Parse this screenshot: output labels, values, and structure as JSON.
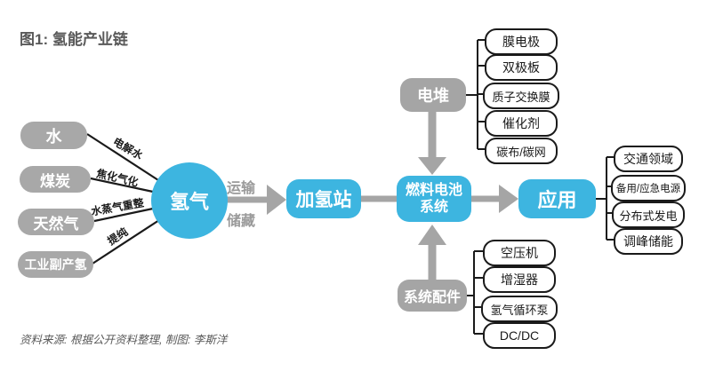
{
  "title": "图1: 氢能产业链",
  "source_note": "资料来源: 根据公开资料整理, 制图: 李斯洋",
  "nodes": {
    "hydrogen": "氢气",
    "station": "加氢站",
    "fuel_cell_line1": "燃料电池",
    "fuel_cell_line2": "系统",
    "application": "应用",
    "stack": "电堆",
    "accessories": "系统配件"
  },
  "sources": [
    {
      "label": "水",
      "process": "电解水"
    },
    {
      "label": "煤炭",
      "process": "焦化气化"
    },
    {
      "label": "天然气",
      "process": "水蒸气重整"
    },
    {
      "label": "工业副产氢",
      "process": "提纯"
    }
  ],
  "flow_labels": {
    "transport": "运输",
    "storage": "储藏"
  },
  "stack_components": [
    "膜电极",
    "双极板",
    "质子交换膜",
    "催化剂",
    "碳布/碳网"
  ],
  "accessory_components": [
    "空压机",
    "增湿器",
    "氢气循环泵",
    "DC/DC"
  ],
  "application_fields": [
    "交通领域",
    "备用/应急电源",
    "分布式发电",
    "调峰储能"
  ],
  "colors": {
    "node_blue": "#3db5e0",
    "node_gray": "#a5a5a5",
    "arrow_gray": "#a5a5a5",
    "line_black": "#1a1a1a",
    "title_gray": "#595959"
  }
}
